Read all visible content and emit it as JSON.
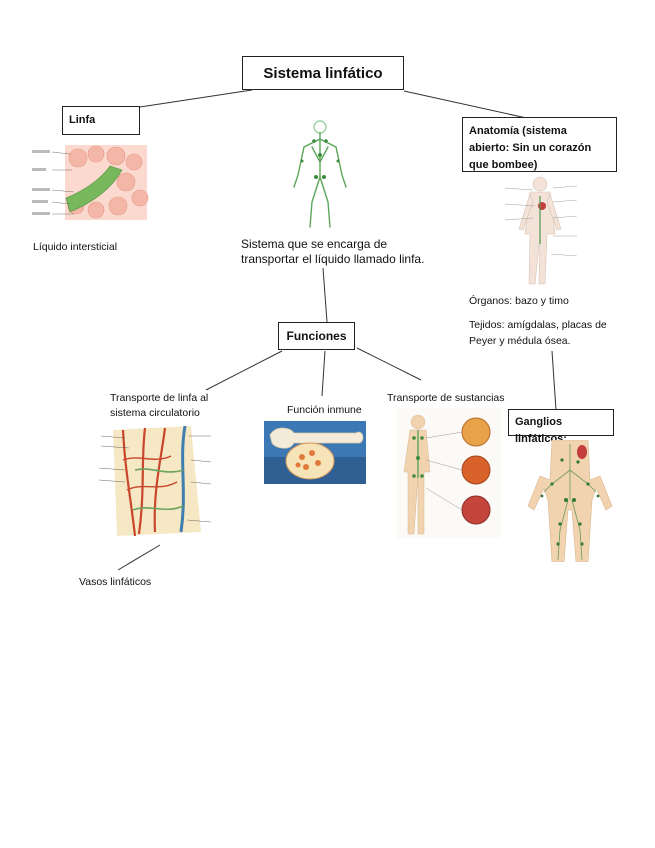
{
  "title": "Sistema linfático",
  "boxes": {
    "linfa": "Linfa",
    "anatomia": "Anatomía (sistema abierto: Sin un corazón que bombee)",
    "funciones": "Funciones",
    "ganglios": "Ganglios linfáticos:"
  },
  "texts": {
    "liquido": "Líquido intersticial",
    "definicion": "Sistema que se encarga de transportar el líquido llamado linfa.",
    "organos": "Órganos: bazo y timo",
    "tejidos": "Tejidos: amígdalas, placas de Peyer y médula ósea.",
    "transporte_linfa": "Transporte de linfa al sistema circulatorio",
    "funcion_inmune": "Función inmune",
    "transporte_sustancias": "Transporte de sustancias",
    "vasos": "Vasos linfáticos"
  },
  "colors": {
    "line": "#333333",
    "lymph_green": "#5aa65a",
    "cell_pink": "#f4b6a6",
    "vessel_red": "#c9462c",
    "vessel_blue": "#3f7fb0",
    "bone_blue": "#3c78b5",
    "skin": "#f2d3b0"
  },
  "icons": [
    "lymph-cells-illustration",
    "body-lymph-network-illustration",
    "anatomy-diagram-illustration",
    "capillary-lymph-vessels-illustration",
    "bone-marrow-illustration",
    "substance-transport-illustration",
    "lymph-nodes-body-illustration"
  ]
}
